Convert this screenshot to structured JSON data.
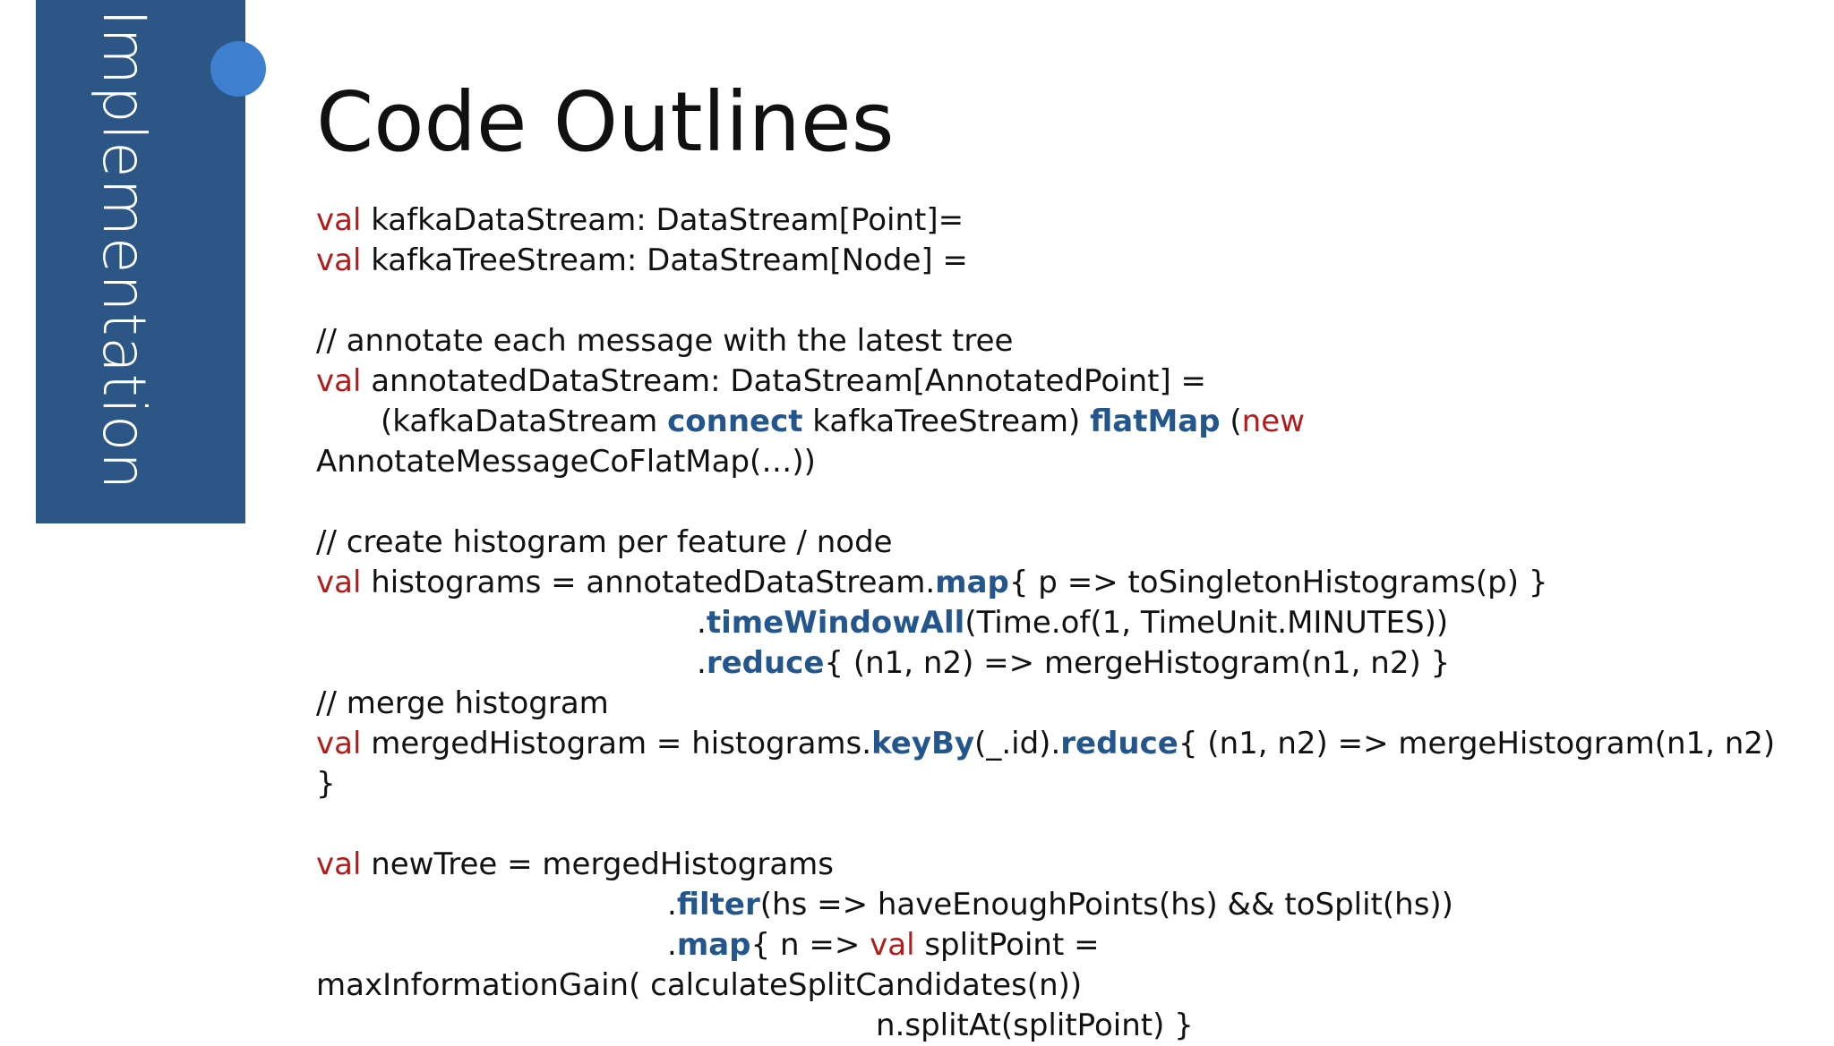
{
  "sidebar": {
    "title": "Implementation"
  },
  "slide": {
    "title": "Code Outlines"
  },
  "code": {
    "l1": {
      "kw": "val",
      "rest": " kafkaDataStream: DataStream[Point]="
    },
    "l2": {
      "kw": "val",
      "rest": " kafkaTreeStream: DataStream[Node] ="
    },
    "l3": {
      "comment": "// annotate each message with the latest tree"
    },
    "l4": {
      "kw": "val",
      "rest": " annotatedDataStream: DataStream[AnnotatedPoint] ="
    },
    "l5": {
      "t1": "(kafkaDataStream ",
      "f1": "connect",
      "t2": " kafkaTreeStream) ",
      "f2": "flatMap",
      "t3": " (",
      "kw": "new"
    },
    "l6": {
      "text": "AnnotateMessageCoFlatMap(…))"
    },
    "l7": {
      "comment": "// create histogram per feature / node"
    },
    "l8": {
      "kw": "val",
      "t1": " histograms = annotatedDataStream.",
      "f1": "map",
      "t2": "{ p => toSingletonHistograms(p) }"
    },
    "l9": {
      "t0": ".",
      "f1": "timeWindowAll",
      "t1": "(Time.of(1, TimeUnit.MINUTES))"
    },
    "l10": {
      "t0": ".",
      "f1": "reduce",
      "t1": "{ (n1, n2) => mergeHistogram(n1, n2) }"
    },
    "l11": {
      "comment": "// merge histogram"
    },
    "l12": {
      "kw": "val",
      "t1": " mergedHistogram = histograms.",
      "f1": "keyBy",
      "t2": "(_.id).",
      "f2": "reduce",
      "t3": "{ (n1, n2) => mergeHistogram(n1, n2)"
    },
    "l13": {
      "text": "}"
    },
    "l14": {
      "kw": "val",
      "rest": " newTree = mergedHistograms"
    },
    "l15": {
      "t0": ".",
      "f1": "filter",
      "t1": "(hs => haveEnoughPoints(hs) && toSplit(hs))"
    },
    "l16": {
      "t0": ".",
      "f1": "map",
      "t1": "{ n => ",
      "kw": "val",
      "t2": " splitPoint ="
    },
    "l17": {
      "text": "maxInformationGain( calculateSplitCandidates(n))"
    },
    "l18": {
      "text": "n.splitAt(splitPoint) }"
    }
  }
}
